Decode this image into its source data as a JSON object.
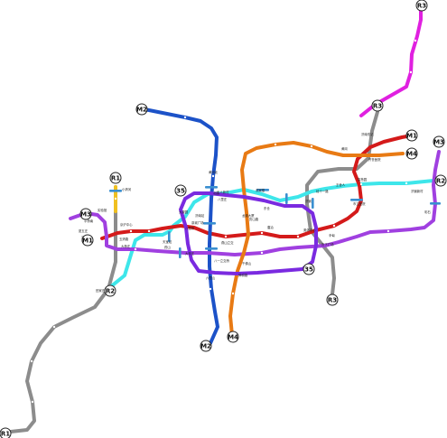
{
  "colors": {
    "R1": "#8c8c8c",
    "R2": "#3ee6ea",
    "R3": "#e020e0",
    "M1": "#d41a1a",
    "M2": "#1c52c8",
    "M3": "#a040e0",
    "M4": "#e87a14",
    "S5": "#7a2ae0",
    "feeder": "#f0c020",
    "transfer": "#3a8fd0"
  },
  "badges": {
    "r1_top": "R1",
    "r1_bottom": "R1",
    "r2_left": "R2",
    "r2_right": "R2",
    "r3_top": "R3",
    "r3_mid": "R3",
    "r3_bottom": "R3",
    "m1_left": "M1",
    "m1_right": "M1",
    "m2_top": "M2",
    "m2_bottom": "M2",
    "m3_left": "M3",
    "m3_right": "M3",
    "m4_bottom": "M4",
    "m4_right": "M4",
    "s5_top": "35",
    "s5_bottom": "35"
  },
  "stations": {
    "s01": "小清河",
    "s02": "夏五庄",
    "s03": "平桥南",
    "s04": "京沪中心",
    "s05": "大杨庄",
    "s06": "实验馆",
    "s07": "济南西",
    "s08": "玉清路",
    "s09": "天宝站",
    "s10": "八里桥",
    "s11": "八一立交桥",
    "s12": "大观园",
    "s13": "泉城广场",
    "s14": "济南站",
    "s15": "千佛山",
    "s16": "燕山立交",
    "s17": "历山路",
    "s18": "洪家楼",
    "s19": "工人新村",
    "s20": "八里庄",
    "s21": "东仓",
    "s22": "济钢",
    "s23": "辛甸",
    "s24": "彩石",
    "s25": "黄岗",
    "s26": "济南东站",
    "s27": "齐鲁医院",
    "s28": "智慧园",
    "s29": "市立医院",
    "s30": "奥体中心",
    "s31": "经十一路",
    "s32": "王舍人",
    "s33": "济钢新村",
    "s34": "龙奥大厦",
    "s35": "唐冶",
    "s36": "历下广场",
    "s37": "黄河北",
    "s38": "北园",
    "s39": "药山",
    "s40": "大辛庄",
    "s41": "田家庄",
    "s42": "舜耕路",
    "s43": "六里山"
  }
}
